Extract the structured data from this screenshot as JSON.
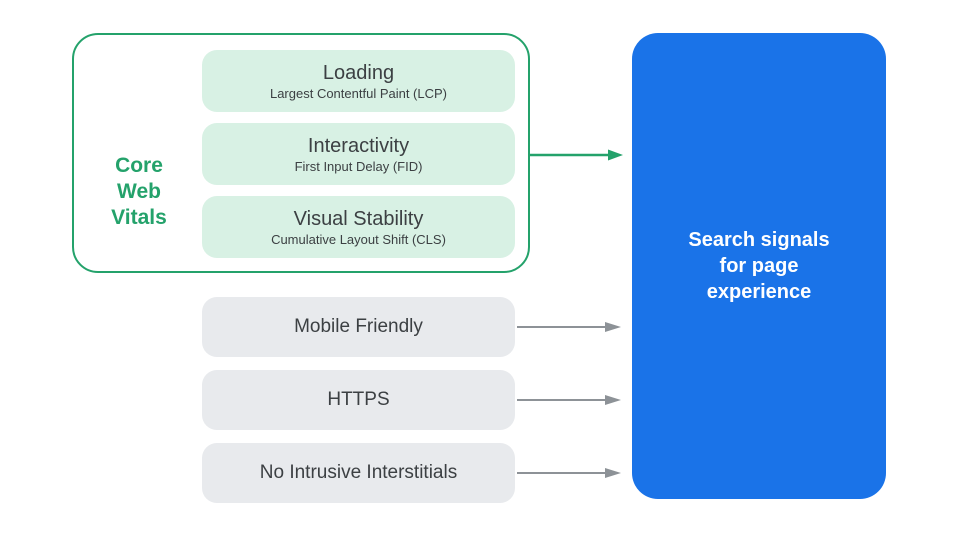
{
  "colors": {
    "green": "#24A26B",
    "mint": "#D8F1E4",
    "dark_text": "#3C4043",
    "gray_pill": "#E8EAED",
    "arrow_gray": "#8D9297",
    "blue": "#1A73E8",
    "white": "#FFFFFF"
  },
  "core_web_vitals": {
    "label_lines": [
      "Core",
      "Web",
      "Vitals"
    ],
    "items": [
      {
        "title": "Loading",
        "subtitle": "Largest Contentful Paint (LCP)"
      },
      {
        "title": "Interactivity",
        "subtitle": "First Input Delay (FID)"
      },
      {
        "title": "Visual Stability",
        "subtitle": "Cumulative Layout Shift (CLS)"
      }
    ]
  },
  "other_signals": [
    {
      "label": "Mobile Friendly"
    },
    {
      "label": "HTTPS"
    },
    {
      "label": "No Intrusive Interstitials"
    }
  ],
  "result_box": {
    "label_lines": [
      "Search signals",
      "for page",
      "experience"
    ]
  }
}
